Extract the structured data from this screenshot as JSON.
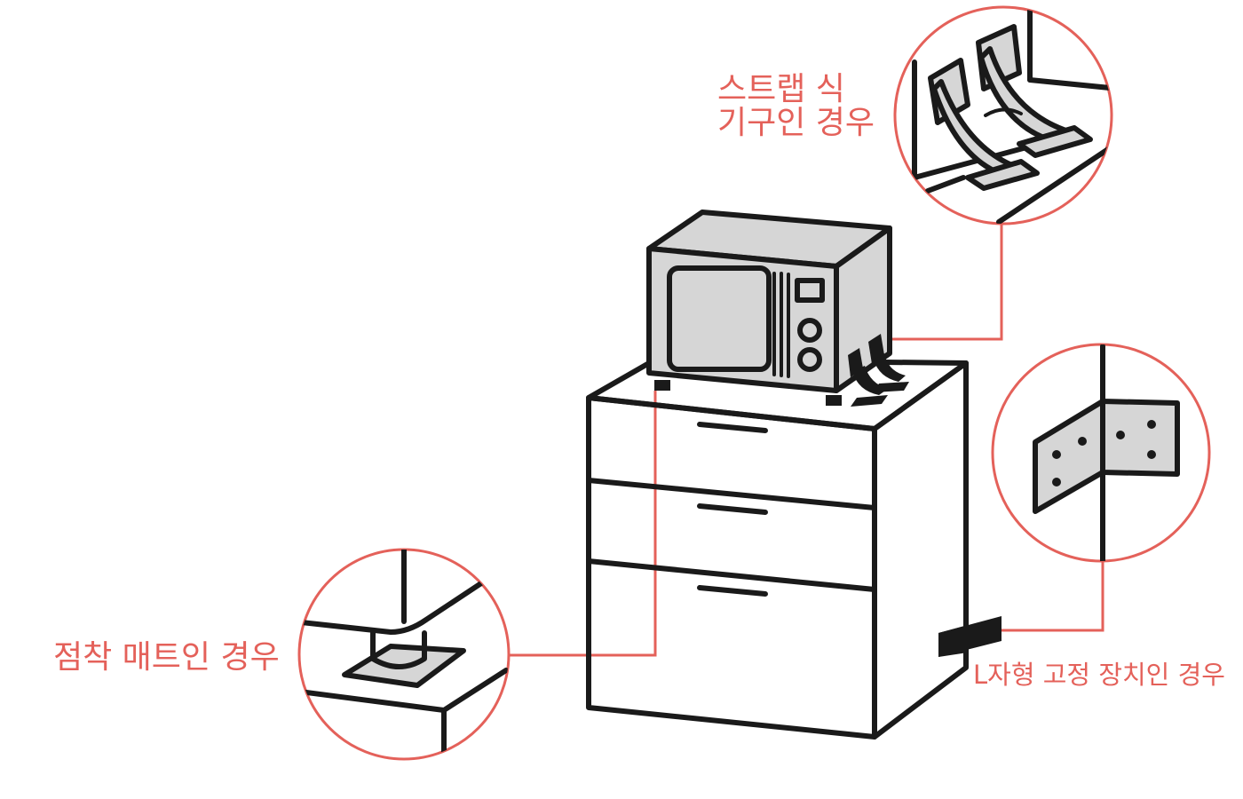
{
  "labels": {
    "strap_line1": "스트랩 식",
    "strap_line2": "기구인 경우",
    "mat": "점착 매트인 경우",
    "bracket": "L자형 고정 장치인 경우"
  },
  "colors": {
    "accent": "#e4615a",
    "ink": "#1a1a1a",
    "fill_grey": "#d6d6d6"
  },
  "icons": {
    "microwave": "microwave-illustration",
    "cabinet": "drawer-cabinet-illustration",
    "strap_detail": "strap-fastener-detail",
    "mat_detail": "adhesive-mat-detail",
    "bracket_detail": "l-bracket-detail"
  }
}
